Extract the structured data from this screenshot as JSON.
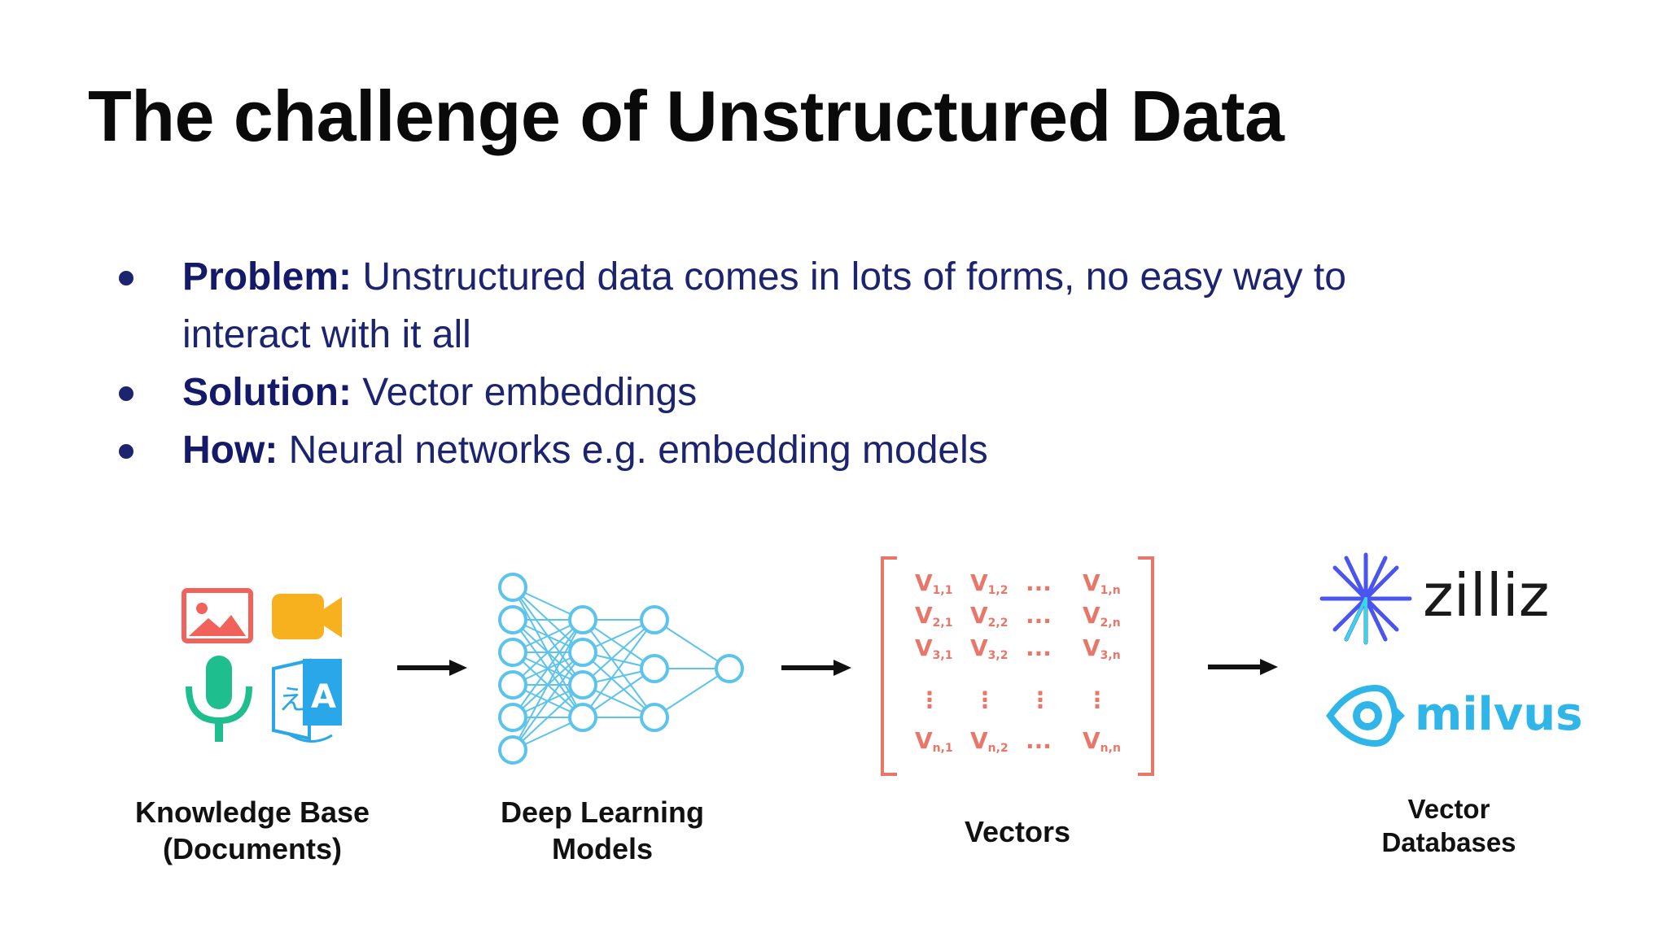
{
  "slide": {
    "title": "The challenge of Unstructured Data",
    "bullets": [
      {
        "term": "Problem:",
        "text": " Unstructured data comes in lots of forms, no easy way to interact with it all"
      },
      {
        "term": "Solution:",
        "text": " Vector embeddings"
      },
      {
        "term": "How:",
        "text": " Neural networks e.g. embedding models"
      }
    ]
  },
  "diagram": {
    "stages": [
      {
        "caption_line1": "Knowledge Base",
        "caption_line2": "(Documents)",
        "icons": [
          "image-icon",
          "video-camera-icon",
          "microphone-icon",
          "translate-icon"
        ]
      },
      {
        "caption_line1": "Deep Learning",
        "caption_line2": "Models",
        "icons": [
          "neural-network-icon"
        ]
      },
      {
        "caption_line1": "Vectors",
        "caption_line2": "",
        "icons": [
          "vector-matrix-icon"
        ]
      },
      {
        "caption_line1": "Vector",
        "caption_line2": "Databases",
        "icons": [
          "zilliz-logo",
          "milvus-logo"
        ]
      }
    ],
    "matrix": {
      "rows": [
        [
          "V",
          "V",
          "...",
          "V"
        ],
        [
          "V",
          "V",
          "...",
          "V"
        ],
        [
          "V",
          "V",
          "...",
          "V"
        ],
        [
          "V",
          "V",
          "...",
          "V"
        ]
      ],
      "subscripts": [
        [
          "1,1",
          "1,2",
          "",
          "1,n"
        ],
        [
          "2,1",
          "2,2",
          "",
          "2,n"
        ],
        [
          "3,1",
          "3,2",
          "",
          "3,n"
        ],
        [
          "n,1",
          "n,2",
          "",
          "n,n"
        ]
      ],
      "vertical_ellipsis": "⋮"
    },
    "logos": {
      "zilliz": "zilliz",
      "milvus": "milvus"
    },
    "colors": {
      "title": "#0a0a0a",
      "bullet_text": "#1c2470",
      "image_icon": "#f0625a",
      "video_icon": "#f7b11e",
      "mic_icon": "#1fbe8e",
      "translate_icon": "#29a7e8",
      "network": "#5bc3ec",
      "matrix": "#e8776a",
      "zilliz_star": "#4a55f0",
      "milvus": "#2fb5e8"
    }
  }
}
